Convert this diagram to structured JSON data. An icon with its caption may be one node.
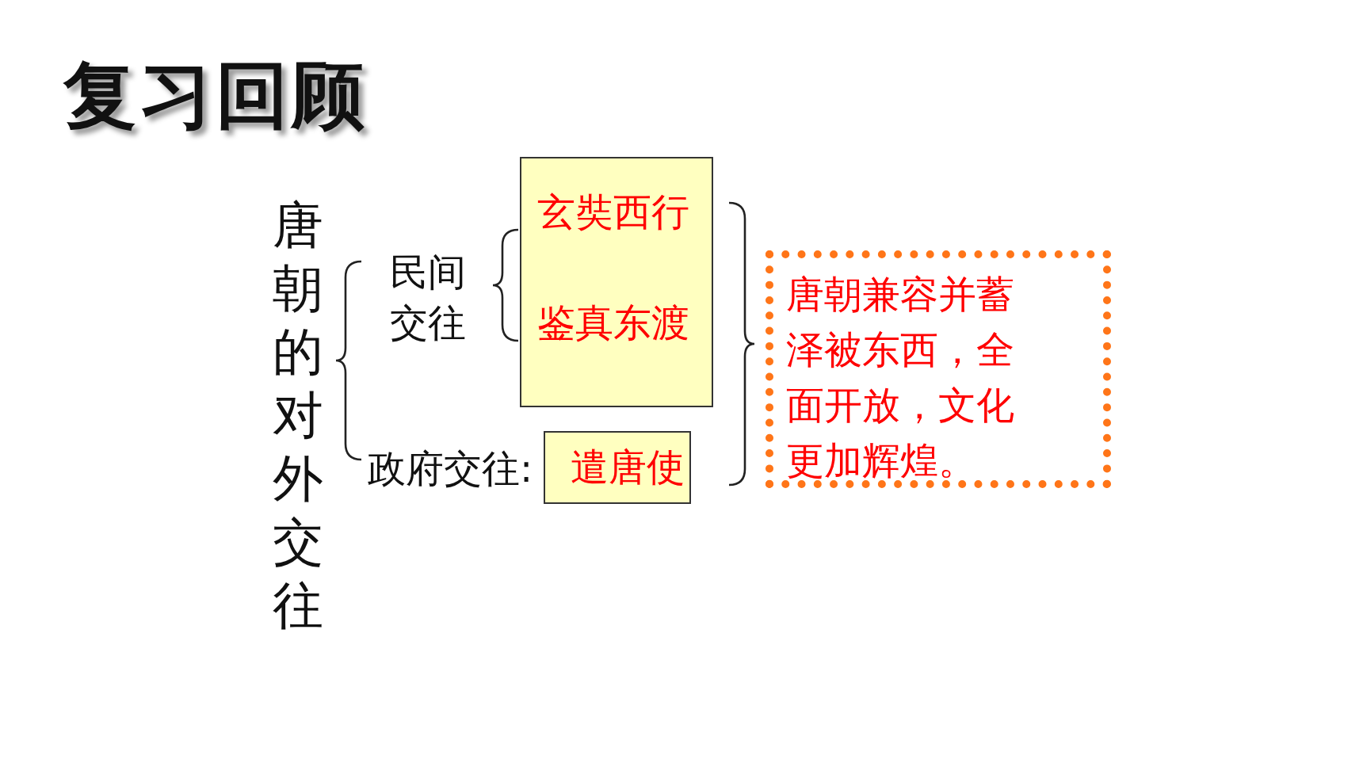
{
  "diagram": {
    "title": "复习回顾",
    "nodes": [
      {
        "text": [
          "玄奘西行",
          "鉴真东渡"
        ]
      },
      {
        "text": [
          "遣唐使"
        ]
      },
      {
        "text": [
          "唐朝兼容并蓄泽被东西，全面开放，文化更加辉煌。"
        ]
      }
    ],
    "labels": [
      "唐朝的对外交往",
      "民间交往",
      "政府交往:"
    ]
  }
}
